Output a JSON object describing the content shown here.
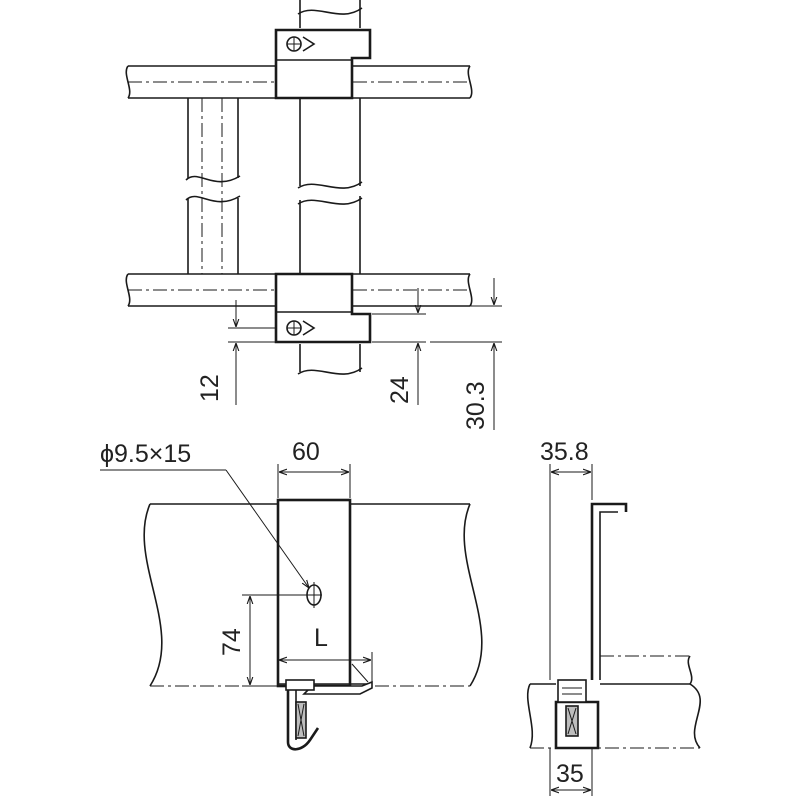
{
  "dimensions": {
    "top_12": "12",
    "top_24": "24",
    "top_30_3": "30.3",
    "hole": "ϕ9.5×15",
    "width_60": "60",
    "height_74": "74",
    "length_L": "L",
    "side_35_8": "35.8",
    "side_35": "35"
  }
}
